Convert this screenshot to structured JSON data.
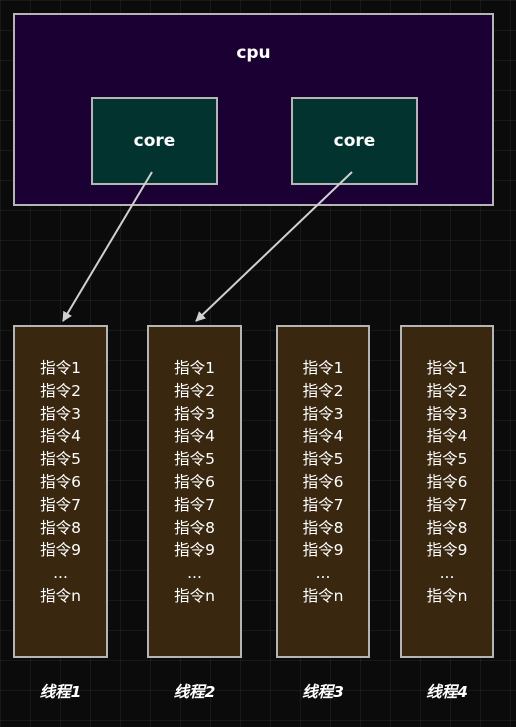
{
  "cpu": {
    "label": "cpu"
  },
  "cores": [
    {
      "label": "core"
    },
    {
      "label": "core"
    }
  ],
  "threads": [
    {
      "label": "线程1",
      "instructions": [
        "指令1",
        "指令2",
        "指令3",
        "指令4",
        "指令5",
        "指令6",
        "指令7",
        "指令8",
        "指令9",
        "...",
        "指令n"
      ]
    },
    {
      "label": "线程2",
      "instructions": [
        "指令1",
        "指令2",
        "指令3",
        "指令4",
        "指令5",
        "指令6",
        "指令7",
        "指令8",
        "指令9",
        "...",
        "指令n"
      ]
    },
    {
      "label": "线程3",
      "instructions": [
        "指令1",
        "指令2",
        "指令3",
        "指令4",
        "指令5",
        "指令6",
        "指令7",
        "指令8",
        "指令9",
        "...",
        "指令n"
      ]
    },
    {
      "label": "线程4",
      "instructions": [
        "指令1",
        "指令2",
        "指令3",
        "指令4",
        "指令5",
        "指令6",
        "指令7",
        "指令8",
        "指令9",
        "...",
        "指令n"
      ]
    }
  ],
  "colors": {
    "cpu_fill": "#1b0033",
    "core_fill": "#02332f",
    "thread_fill": "#3a2710",
    "border": "#b5b5b5",
    "arrow": "#d0d0d0"
  }
}
